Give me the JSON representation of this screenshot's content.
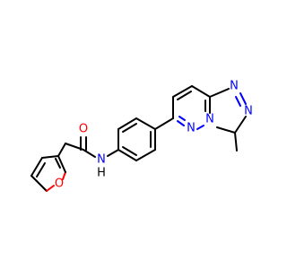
{
  "molecule": {
    "atom_labels": {
      "furan_o": "O",
      "carbonyl_o": "O",
      "amide_n": "N",
      "amide_h": "H",
      "pyridazine_n1": "N",
      "pyridazine_n2": "N",
      "triazole_n1": "N",
      "triazole_n2": "N",
      "triazole_n3": "N"
    },
    "colors": {
      "carbon_bond": "#000000",
      "nitrogen": "#0000ff",
      "oxygen": "#ff0000",
      "background": "#ffffff"
    }
  }
}
